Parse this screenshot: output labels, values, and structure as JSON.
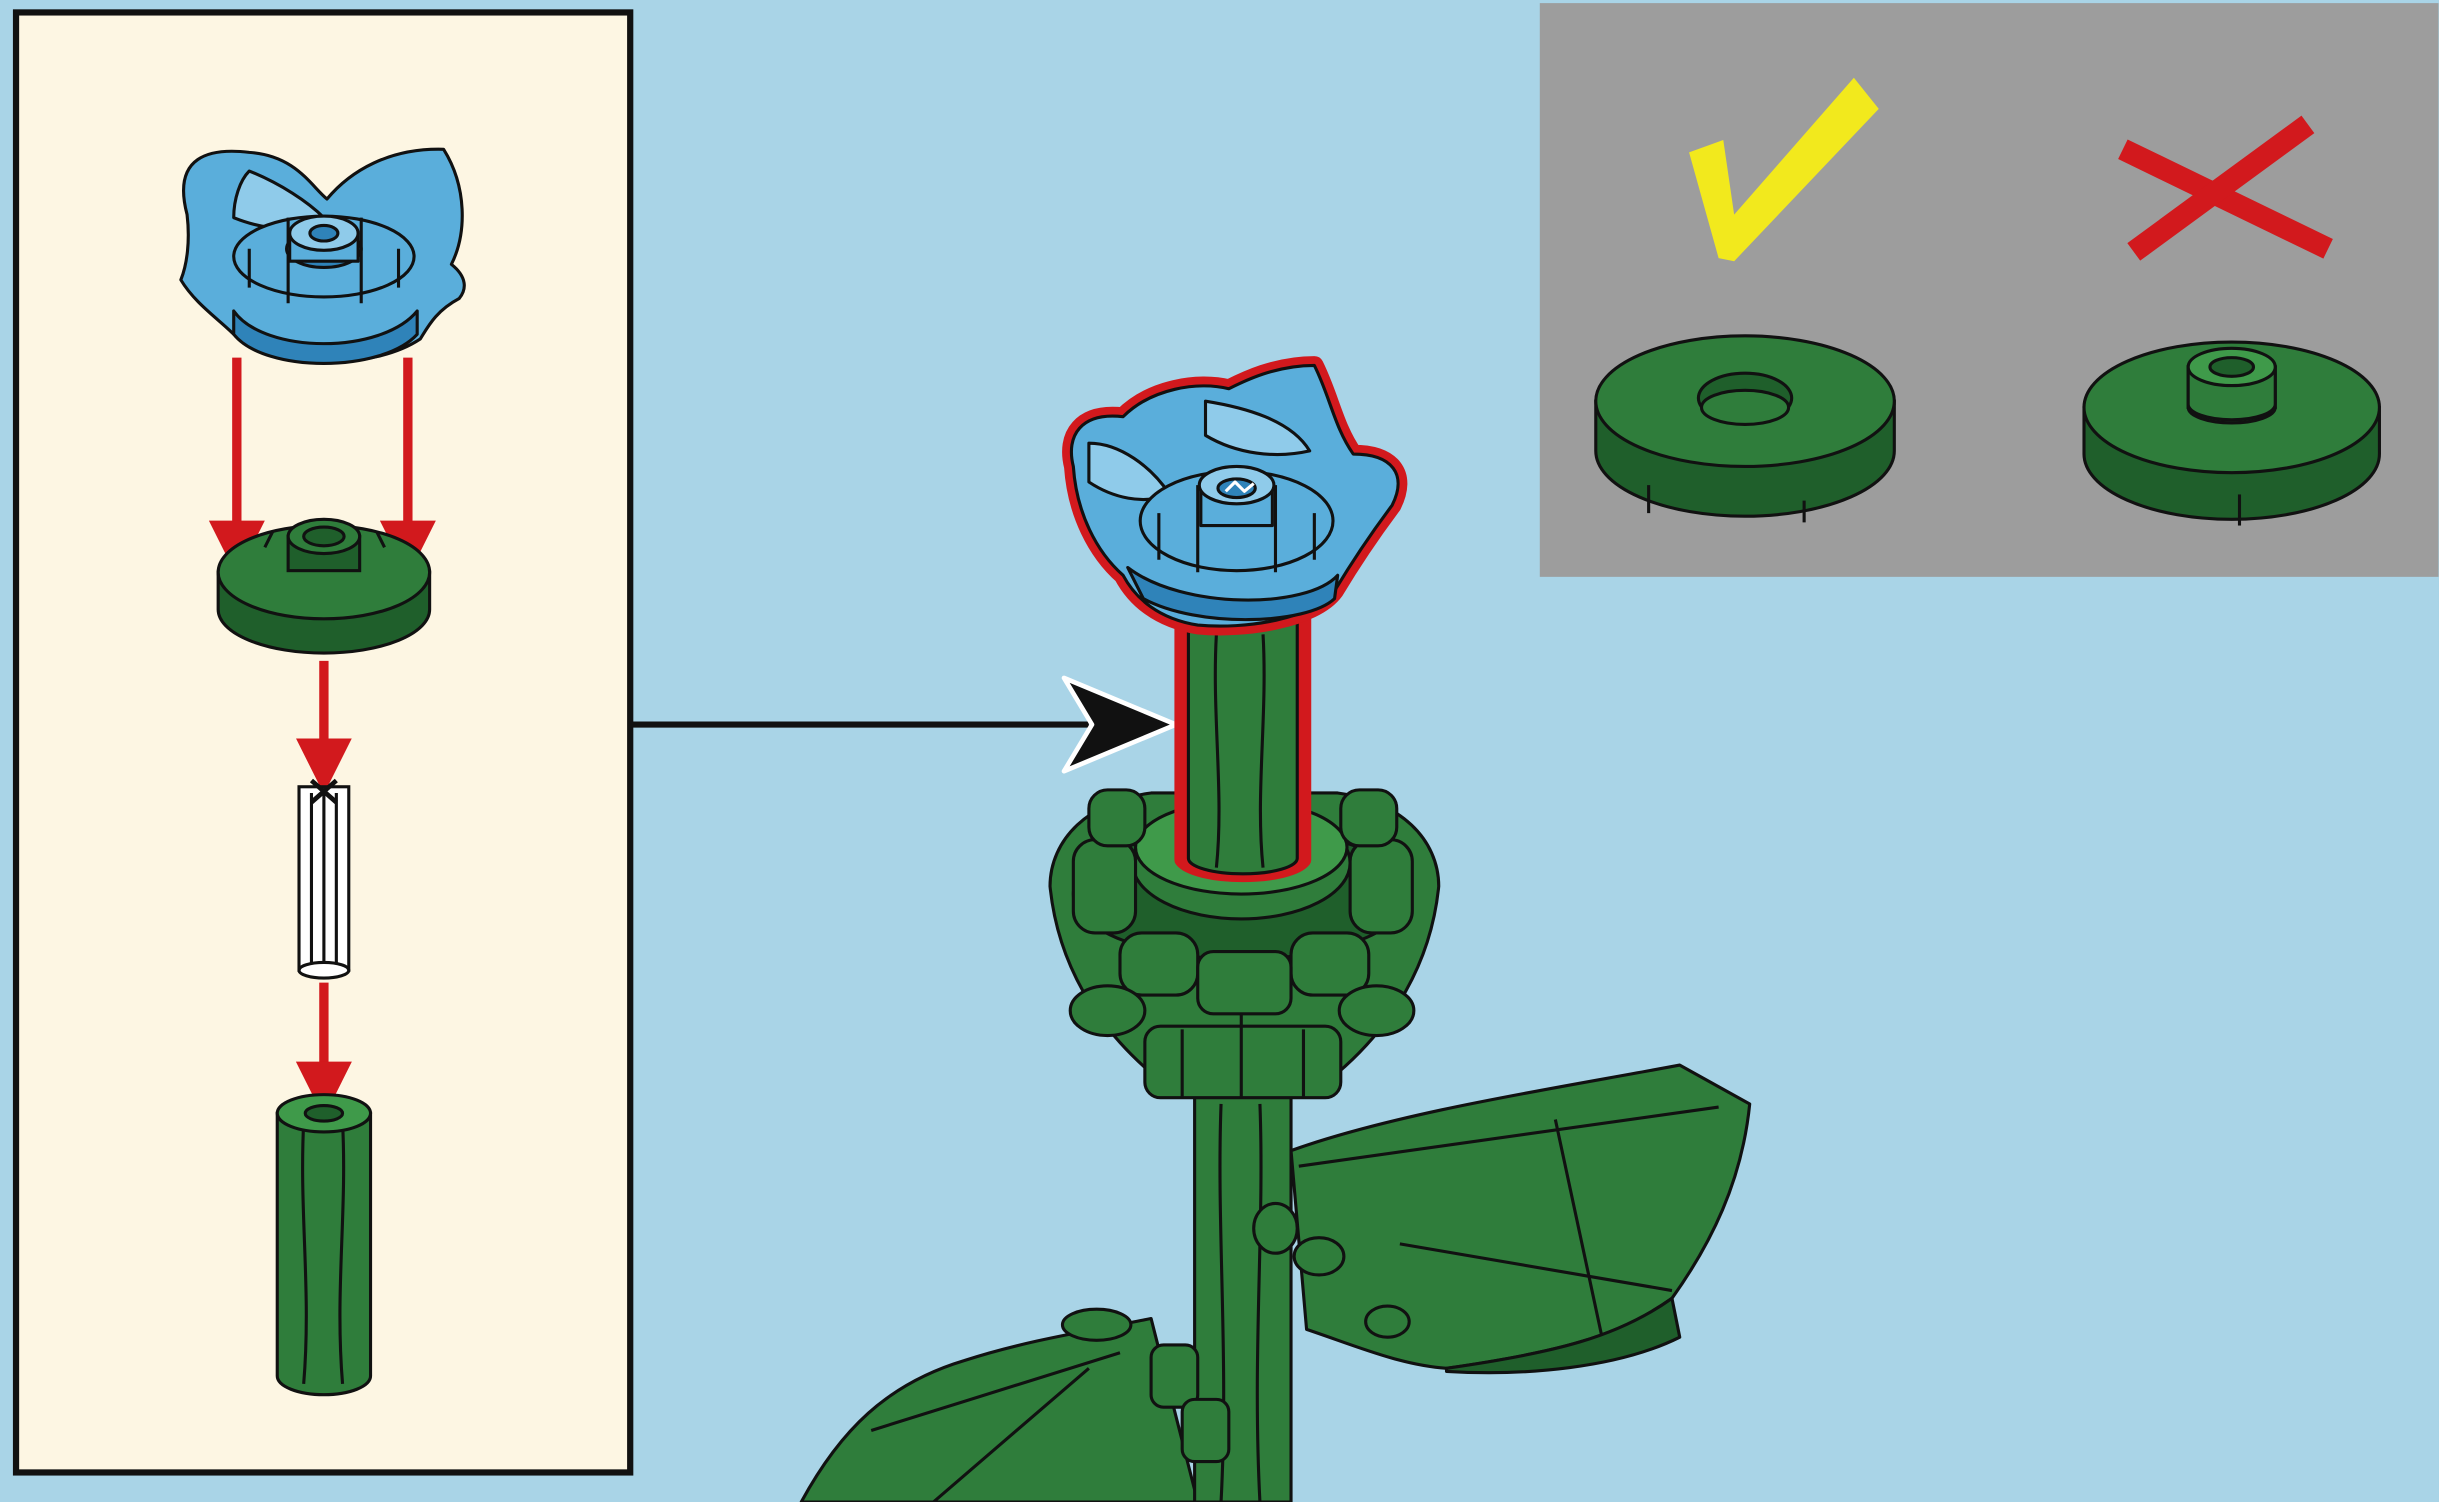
{
  "page": {
    "background": "#a9d4e7",
    "step_panel_background": "#fdf6e3",
    "check_panel_background": "#9d9d9d"
  },
  "colors": {
    "green": "#2f7d3b",
    "green_dark": "#1f5f2b",
    "green_light": "#3f9a4a",
    "blue": "#5aaedb",
    "blue_dark": "#2f83b9",
    "blue_light": "#8fcbea",
    "red": "#d2191d",
    "yellow": "#f2e91d",
    "outline": "#111111",
    "axle": "#ffffff"
  },
  "icons": {
    "correct": "checkmark-icon",
    "incorrect": "cross-icon",
    "callout": "arrow-right-icon",
    "placement": "arrow-down-icon"
  },
  "sub_assembly_parts": [
    "flower-head",
    "round-tile-with-open-stud",
    "technic-axle",
    "stem-tube"
  ],
  "orientation_check": [
    {
      "status": "correct",
      "part": "round-tile-with-hole"
    },
    {
      "status": "incorrect",
      "part": "round-tile-with-stud"
    }
  ]
}
